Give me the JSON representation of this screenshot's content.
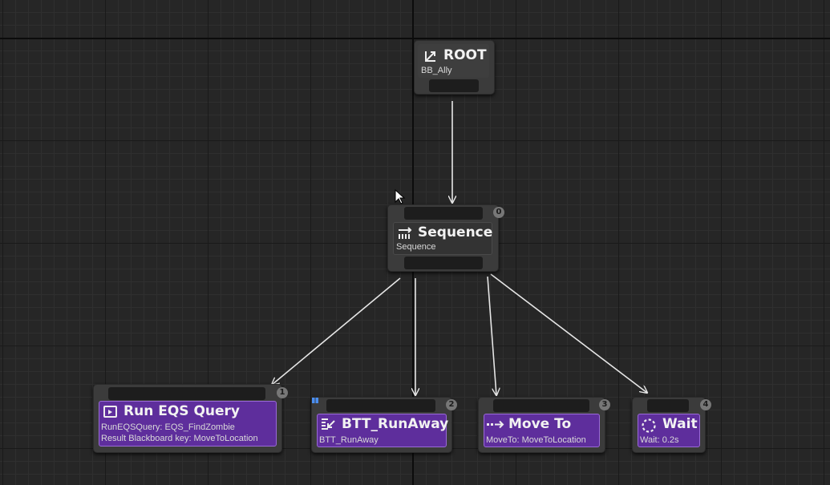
{
  "graph": {
    "background": "#262626",
    "node_color": "#5e2e9c",
    "edge_color": "#e6e6e6"
  },
  "nodes": {
    "root": {
      "title": "ROOT",
      "subtitle": "BB_Ally",
      "icon": "root-icon"
    },
    "sequence": {
      "title": "Sequence",
      "subtitle": "Sequence",
      "index": "0",
      "icon": "sequence-icon"
    },
    "run_eqs": {
      "title": "Run EQS Query",
      "line1": "RunEQSQuery: EQS_FindZombie",
      "line2": "Result Blackboard key: MoveToLocation",
      "index": "1",
      "icon": "eqs-icon"
    },
    "btt_runaway": {
      "title": "BTT_RunAway",
      "subtitle": "BTT_RunAway",
      "index": "2",
      "icon": "task-icon"
    },
    "move_to": {
      "title": "Move To",
      "subtitle": "MoveTo: MoveToLocation",
      "index": "3",
      "icon": "move-to-icon"
    },
    "wait": {
      "title": "Wait",
      "subtitle": "Wait: 0.2s",
      "index": "4",
      "icon": "wait-icon"
    }
  }
}
